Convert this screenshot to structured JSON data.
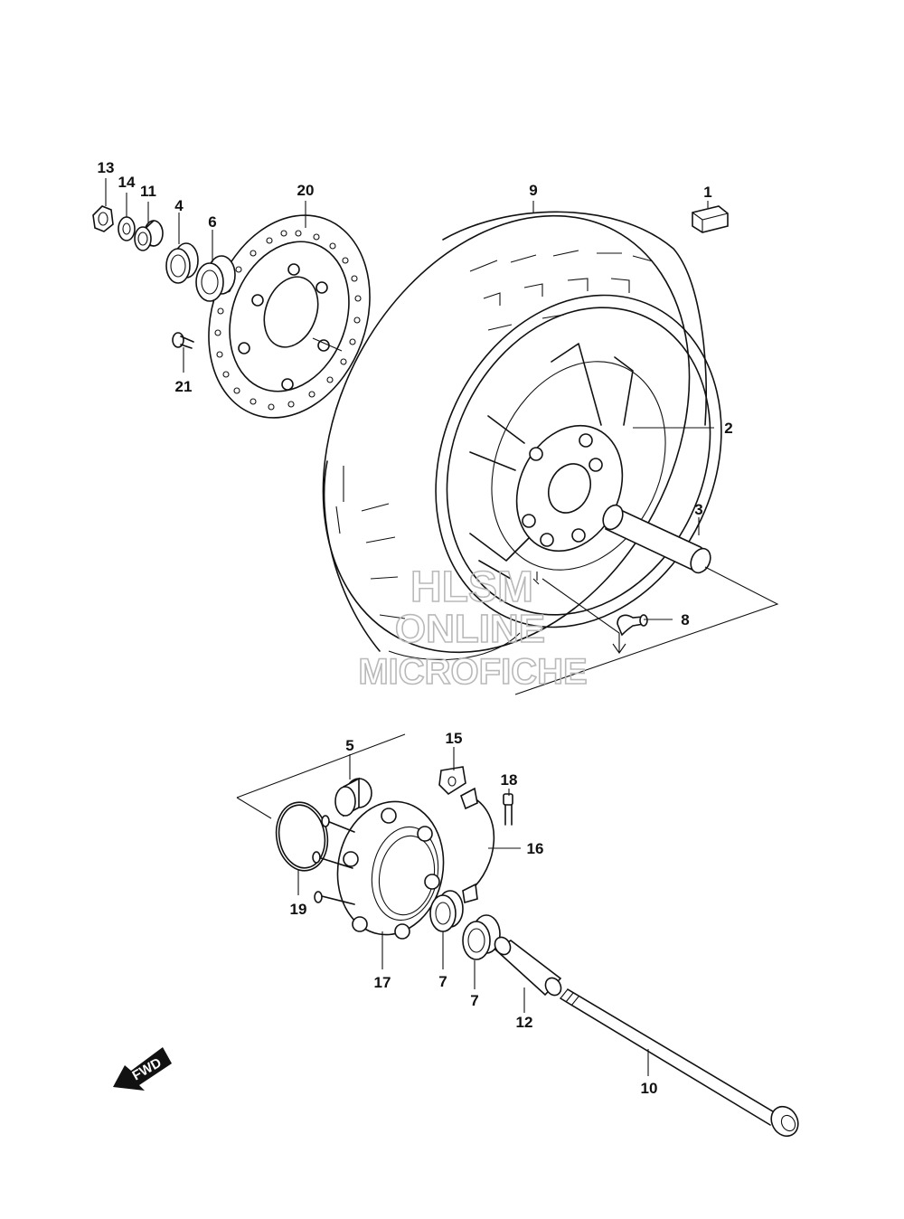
{
  "watermark": {
    "line1": "HLSM",
    "line2": "ONLINE",
    "line3": "MICROFICHE"
  },
  "direction_badge": {
    "text": "FWD"
  },
  "callouts": {
    "p13": "13",
    "p14": "14",
    "p11": "11",
    "p4": "4",
    "p6": "6",
    "p20": "20",
    "p9": "9",
    "p1": "1",
    "p21": "21",
    "p2": "2",
    "p3": "3",
    "p8": "8",
    "p5": "5",
    "p15": "15",
    "p18": "18",
    "p16": "16",
    "p19": "19",
    "p17": "17",
    "p7a": "7",
    "p7b": "7",
    "p12": "12",
    "p10": "10"
  }
}
